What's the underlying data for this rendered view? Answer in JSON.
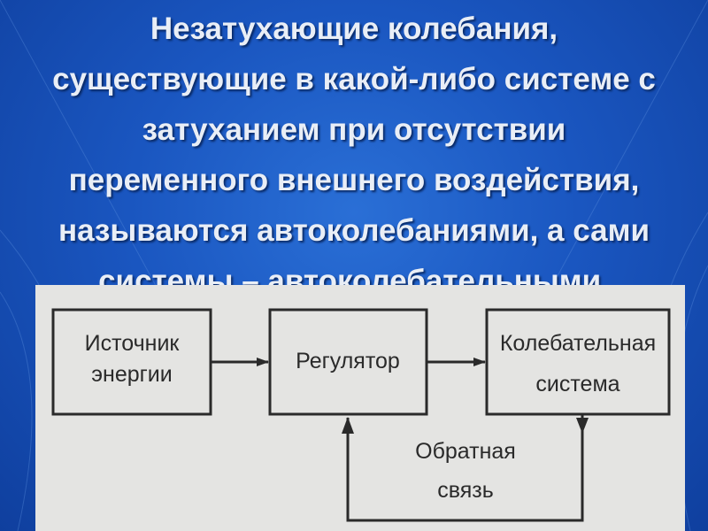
{
  "title_lines": [
    "Незатухающие колебания,",
    "существующие в какой-либо системе с",
    "затуханием при отсутствии",
    "переменного внешнего воздействия,",
    "называются автоколебаниями, а сами",
    "системы – автоколебательными."
  ],
  "diagram": {
    "energy_source": [
      "Источник",
      "энергии"
    ],
    "regulator": [
      "Регулятор"
    ],
    "oscillating_system": [
      "Колебательная",
      "система"
    ],
    "feedback": [
      "Обратная",
      "связь"
    ]
  },
  "colors": {
    "background": "#1a56c0",
    "title_text": "#e9eef6",
    "panel": "#e4e4e2",
    "stroke": "#2a2a2a"
  }
}
